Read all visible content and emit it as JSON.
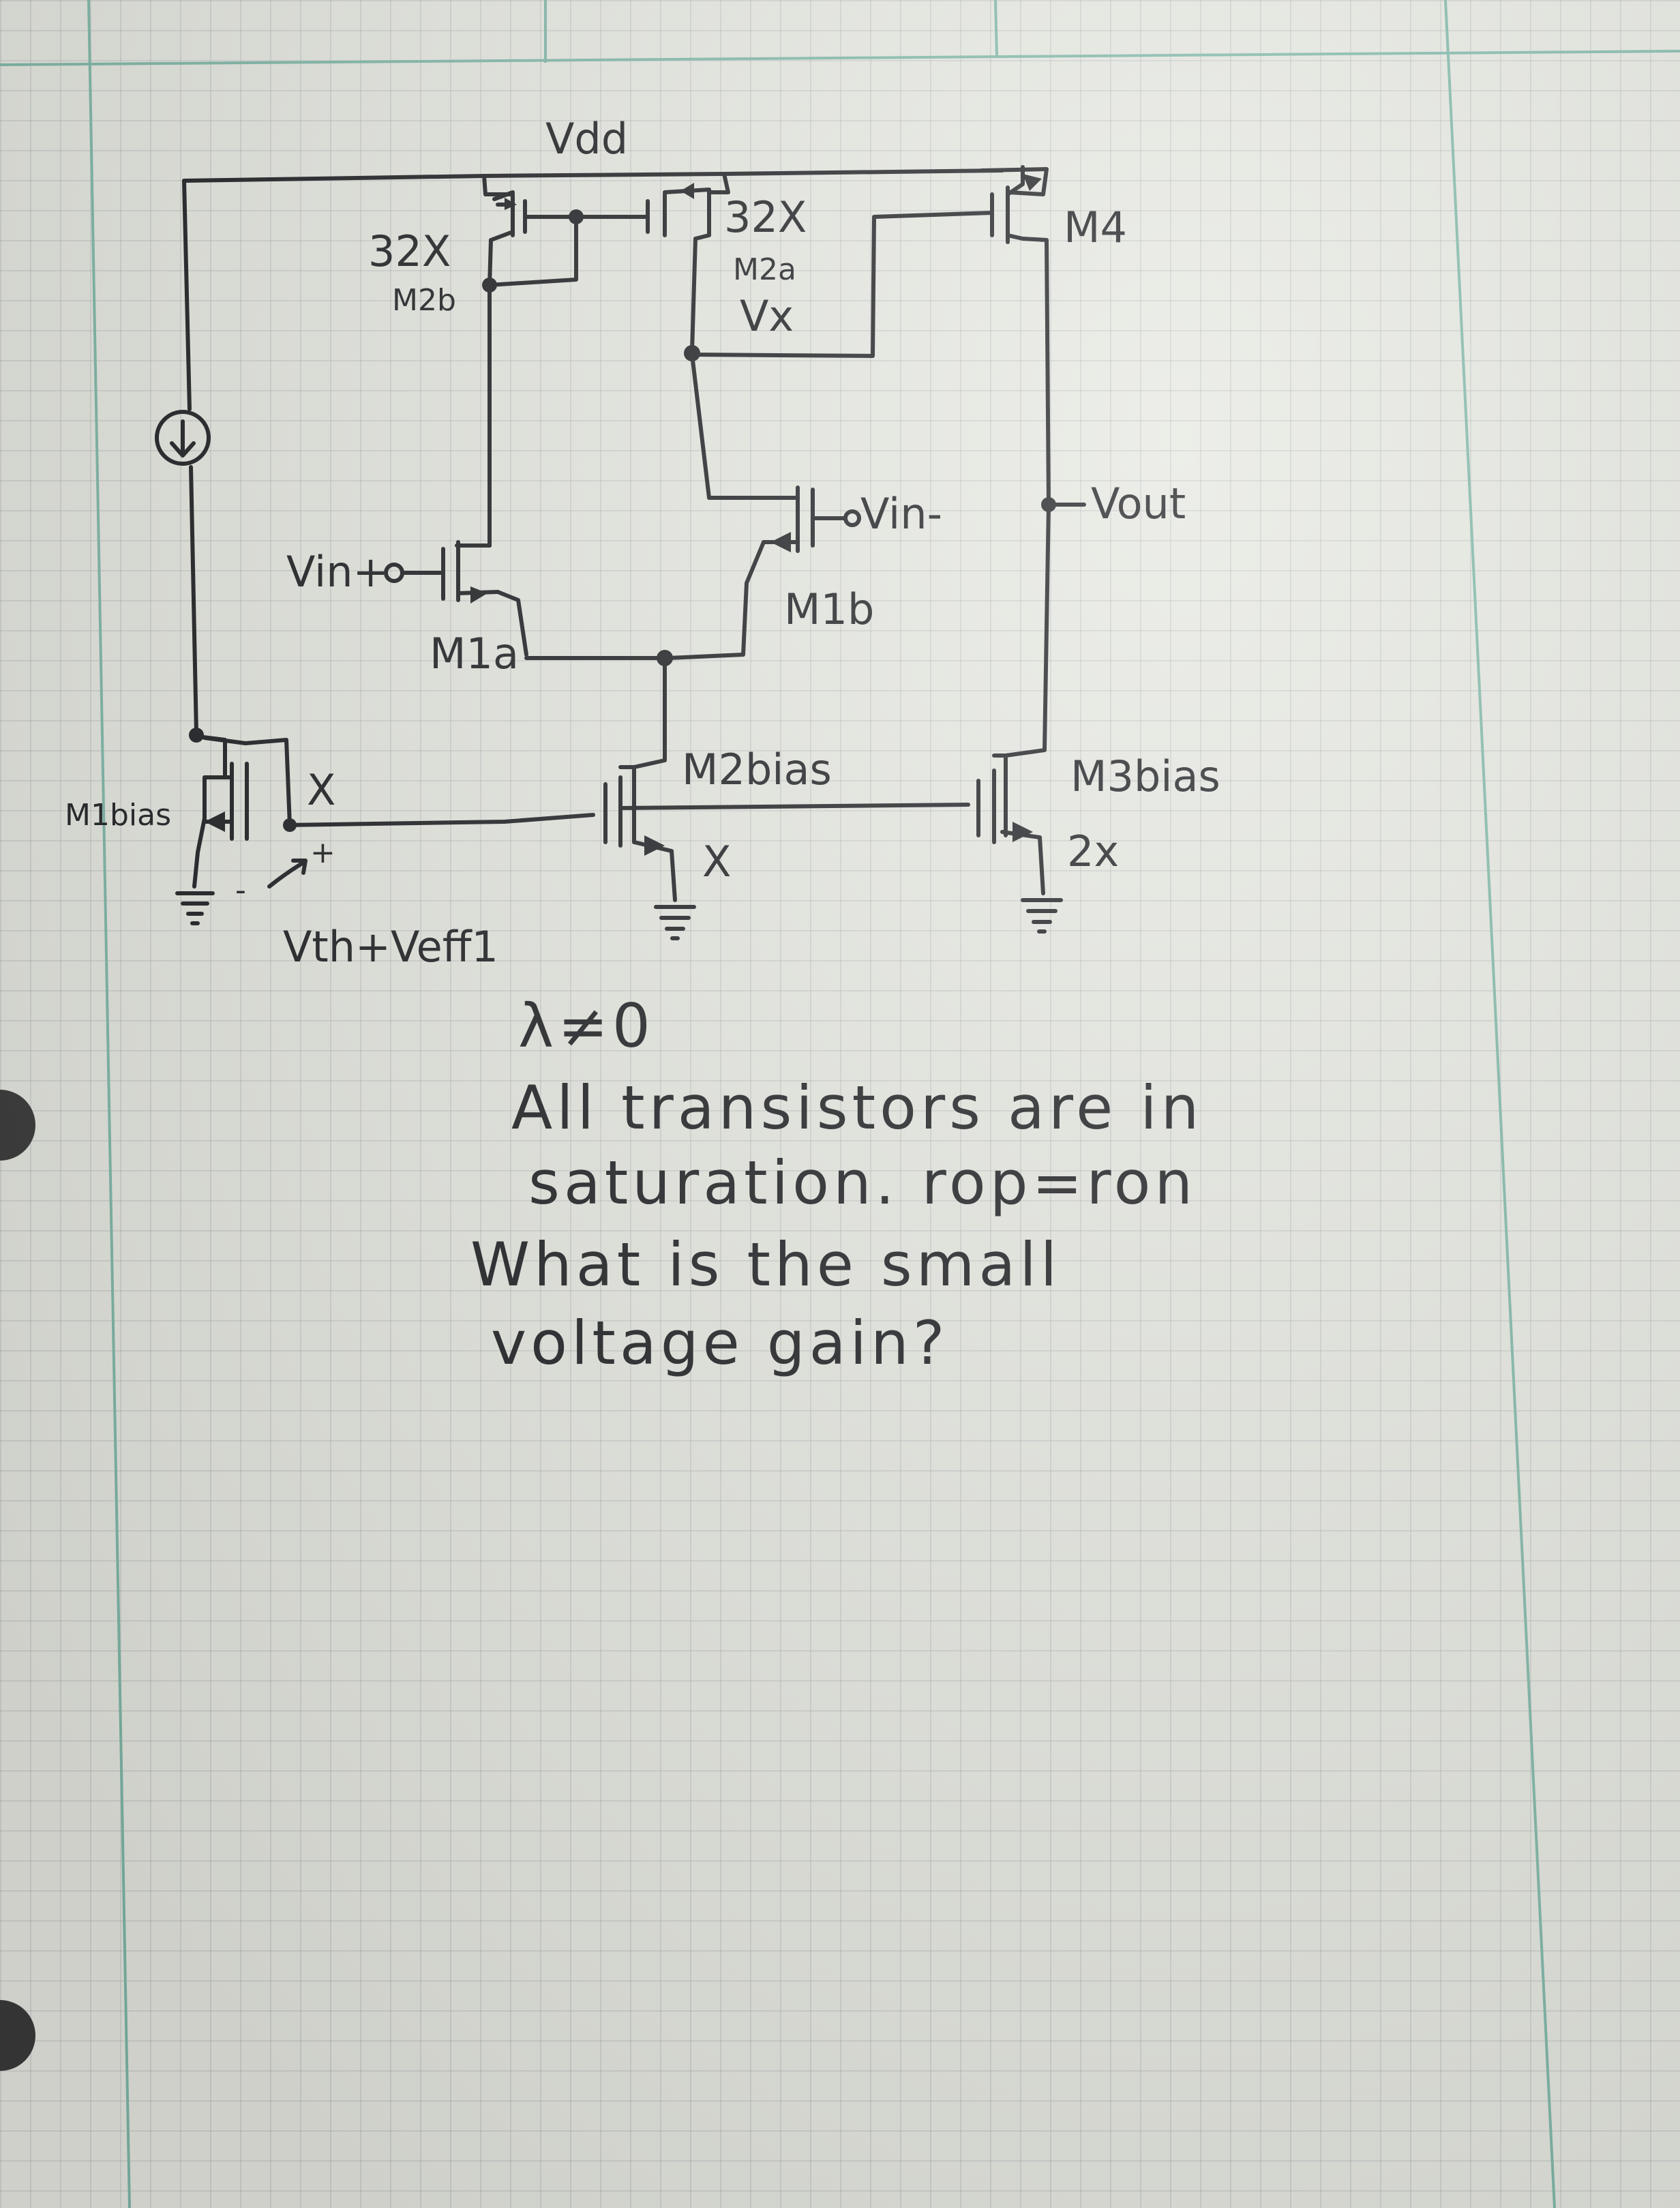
{
  "diagram": {
    "supply_label": "Vdd",
    "transistors": {
      "m2b": {
        "name": "M2b",
        "size": "32X"
      },
      "m2a": {
        "name": "M2a",
        "size": "32X"
      },
      "m4": {
        "name": "M4"
      },
      "m1a": {
        "name": "M1a"
      },
      "m1b": {
        "name": "M1b"
      },
      "m1bias": {
        "name": "M1bias",
        "size": "X"
      },
      "m2bias": {
        "name": "M2bias",
        "size": "X"
      },
      "m3bias": {
        "name": "M3bias",
        "size": "2x"
      }
    },
    "nodes": {
      "vx": "Vx",
      "vin_plus": "Vin+",
      "vin_minus": "Vin-",
      "vout": "Vout",
      "vgs_bias": "Vth+Veff1",
      "plus": "+",
      "minus": "-"
    }
  },
  "notes": {
    "line1": "λ≠0",
    "line2": "All transistors are in",
    "line3": "saturation. rop=ron",
    "line4": "What is the small",
    "line5": "voltage gain?"
  }
}
